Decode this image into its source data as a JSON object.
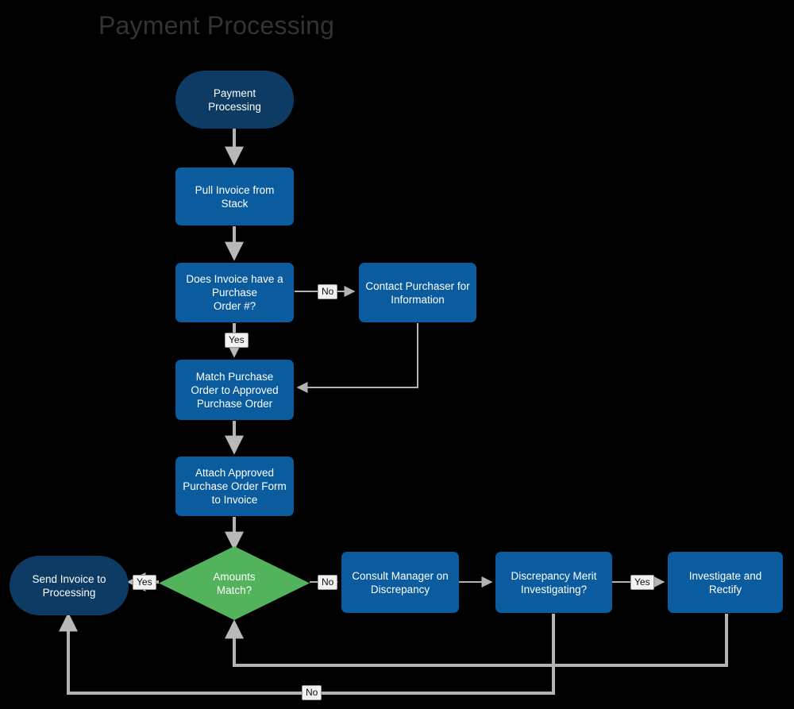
{
  "diagram": {
    "title": "Payment Processing",
    "colors": {
      "background": "#000000",
      "title_text": "#333333",
      "terminator_fill": "#0d3b63",
      "process_fill": "#0a5c9e",
      "decision_fill": "#52b35c",
      "node_text": "#ffffff",
      "edge_stroke": "#b3b3b3",
      "edge_label_fill": "#f2f2f2",
      "edge_label_text": "#111111"
    },
    "nodes": [
      {
        "id": "start",
        "label": "Payment\nProcessing",
        "type": "terminator"
      },
      {
        "id": "pull-invoice",
        "label": "Pull  Invoice from\nStack",
        "type": "process"
      },
      {
        "id": "has-po",
        "label": "Does Invoice have a\nPurchase\nOrder #?",
        "type": "decision-box"
      },
      {
        "id": "contact-purchaser",
        "label": "Contact Purchaser for\nInformation",
        "type": "process"
      },
      {
        "id": "match-po",
        "label": "Match  Purchase\nOrder to Approved\nPurchase Order",
        "type": "process"
      },
      {
        "id": "attach-po",
        "label": "Attach Approved\nPurchase Order Form\nto Invoice",
        "type": "process"
      },
      {
        "id": "amounts-match",
        "label": "Amounts\nMatch?",
        "type": "decision-diamond"
      },
      {
        "id": "send-invoice",
        "label": "Send Invoice to\nProcessing",
        "type": "terminator"
      },
      {
        "id": "consult-manager",
        "label": "Consult Manager on\nDiscrepancy",
        "type": "process"
      },
      {
        "id": "merit-investigate",
        "label": "Discrepancy Merit\nInvestigating?",
        "type": "decision-box"
      },
      {
        "id": "investigate",
        "label": "Investigate and Rectify",
        "type": "process"
      }
    ],
    "edge_labels": [
      {
        "id": "has-po-no",
        "label": "No",
        "from": "has-po",
        "to": "contact-purchaser"
      },
      {
        "id": "has-po-yes",
        "label": "Yes",
        "from": "has-po",
        "to": "match-po"
      },
      {
        "id": "amounts-match-yes",
        "label": "Yes",
        "from": "amounts-match",
        "to": "send-invoice"
      },
      {
        "id": "amounts-match-no",
        "label": "No",
        "from": "amounts-match",
        "to": "consult-manager"
      },
      {
        "id": "merit-investigate-yes",
        "label": "Yes",
        "from": "merit-investigate",
        "to": "investigate"
      },
      {
        "id": "merit-investigate-no",
        "label": "No",
        "from": "merit-investigate",
        "to": "send-invoice"
      }
    ]
  }
}
